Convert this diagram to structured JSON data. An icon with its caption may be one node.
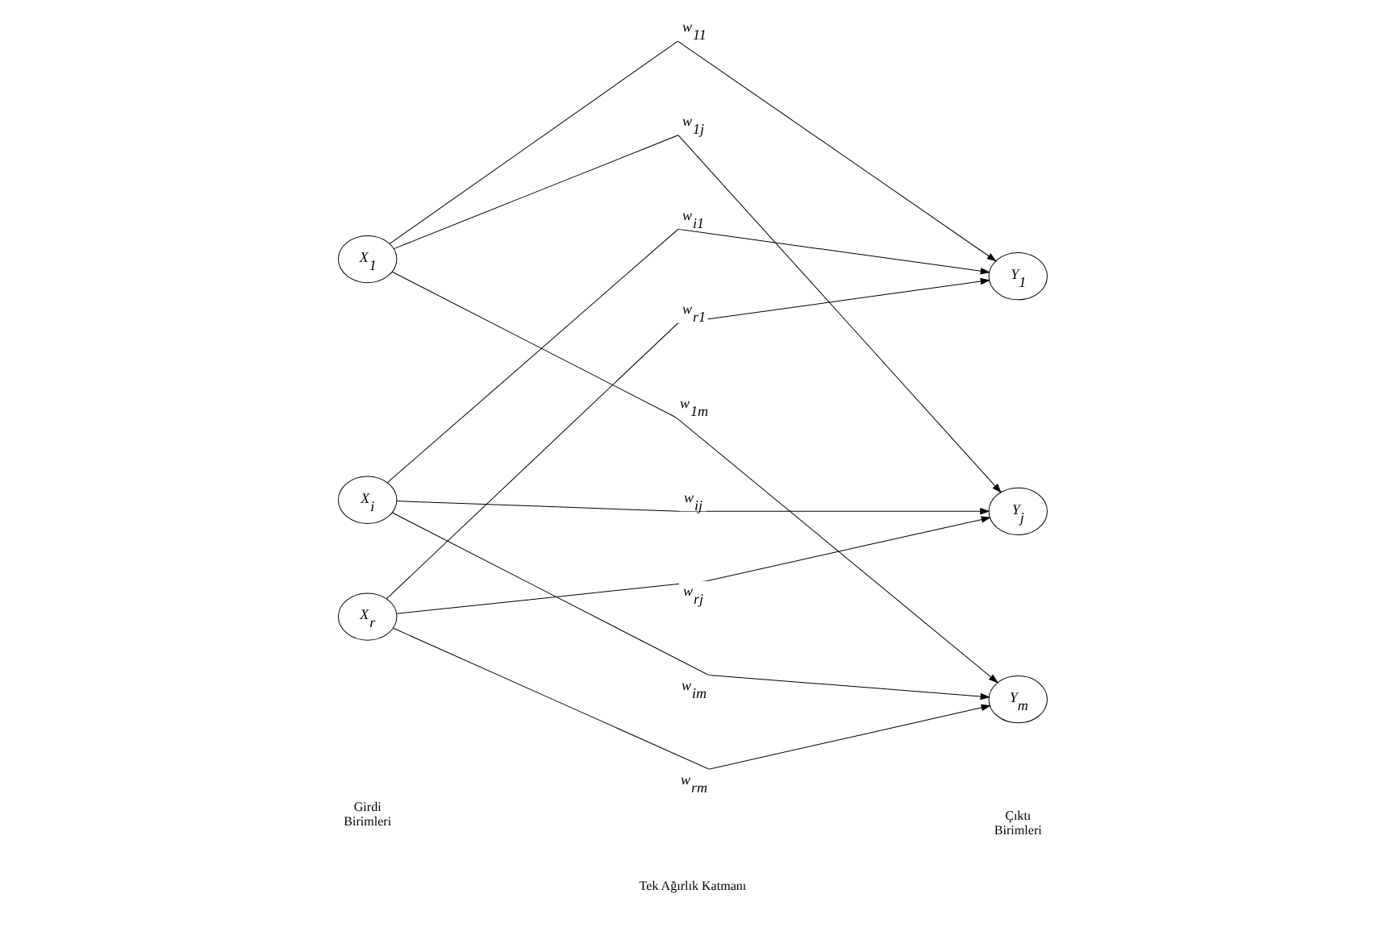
{
  "diagram": {
    "nodes": [
      {
        "text": [
          "X$_{1}$"
        ]
      },
      {
        "text": [
          "X$_{i}$"
        ]
      },
      {
        "text": [
          "X$_{r}$"
        ]
      },
      {
        "text": [
          "Y$_{1}$"
        ]
      },
      {
        "text": [
          "Y$_{j}$"
        ]
      },
      {
        "text": [
          "Y$_{m}$"
        ]
      }
    ],
    "edges": [
      {
        "from": 0,
        "to": 3,
        "arrow": "to",
        "label": "w$_{11}$"
      },
      {
        "from": 0,
        "to": 4,
        "arrow": "to",
        "label": "w$_{1j}$"
      },
      {
        "from": 0,
        "to": 5,
        "arrow": "to",
        "label": "w$_{1m}$"
      },
      {
        "from": 1,
        "to": 3,
        "arrow": "to",
        "label": "w$_{i1}$"
      },
      {
        "from": 1,
        "to": 4,
        "arrow": "to",
        "label": "w$_{ij}$"
      },
      {
        "from": 1,
        "to": 5,
        "arrow": "to",
        "label": "w$_{im}$"
      },
      {
        "from": 2,
        "to": 3,
        "arrow": "to",
        "label": "w$_{r1}$"
      },
      {
        "from": 2,
        "to": 4,
        "arrow": "to",
        "label": "w$_{rj}$"
      },
      {
        "from": 2,
        "to": 5,
        "arrow": "to",
        "label": "w$_{rm}$"
      }
    ],
    "labels": [
      "Girdi Birimleri",
      "Tek Ağırlık Katmanı",
      "Çıktı Birimleri"
    ]
  }
}
